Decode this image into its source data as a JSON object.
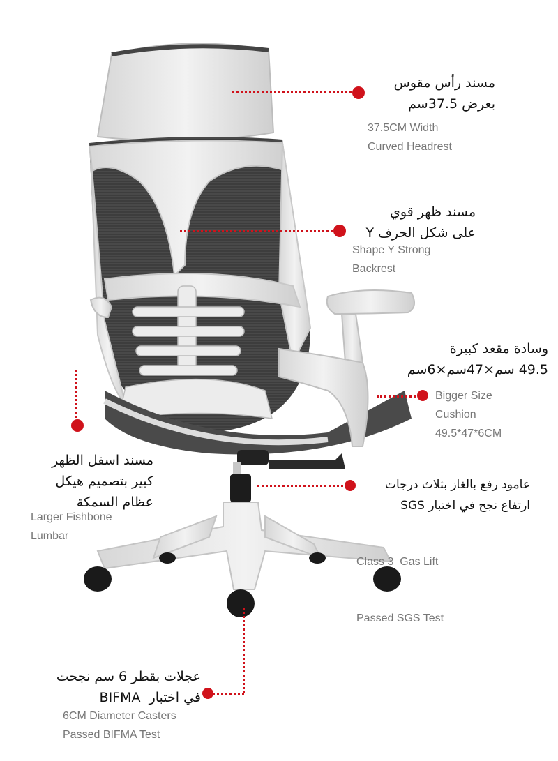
{
  "annotations": {
    "headrest": {
      "arabic": [
        "مسند رأس مقوس",
        "بعرض 37.5سم"
      ],
      "english": [
        "37.5CM Width",
        "Curved Headrest"
      ]
    },
    "backrest": {
      "arabic": [
        "مسند ظهر قوي",
        "على شكل الحرف Y"
      ],
      "english": [
        "Shape Y Strong",
        "Backrest"
      ]
    },
    "cushion": {
      "arabic": [
        "وسادة مقعد كبيرة",
        "49.5 سم×47سم×6سم"
      ],
      "english": [
        "Bigger Size",
        "Cushion",
        "49.5*47*6CM"
      ]
    },
    "lumbar": {
      "arabic": [
        "مسند اسفل الظهر",
        "كبير بتصميم هيكل",
        "عظام السمكة"
      ],
      "english": [
        "Larger Fishbone",
        "Lumbar"
      ]
    },
    "gaslift": {
      "arabic": [
        "عامود رفع بالغاز بثلاث درجات",
        "ارتفاع نجح في اختبار SGS"
      ],
      "english": [
        "Class 3  Gas Lift",
        "Passed SGS Test"
      ]
    },
    "casters": {
      "arabic": [
        "عجلات بقطر 6 سم نجحت",
        "في اختبار  BIFMA"
      ],
      "english": [
        "6CM Diameter Casters",
        "Passed BIFMA Test"
      ]
    }
  },
  "colors": {
    "accent": "#d0121b",
    "frame": "#e6e6e6",
    "mesh": "#3a3a3a",
    "caster": "#1a1a1a"
  }
}
